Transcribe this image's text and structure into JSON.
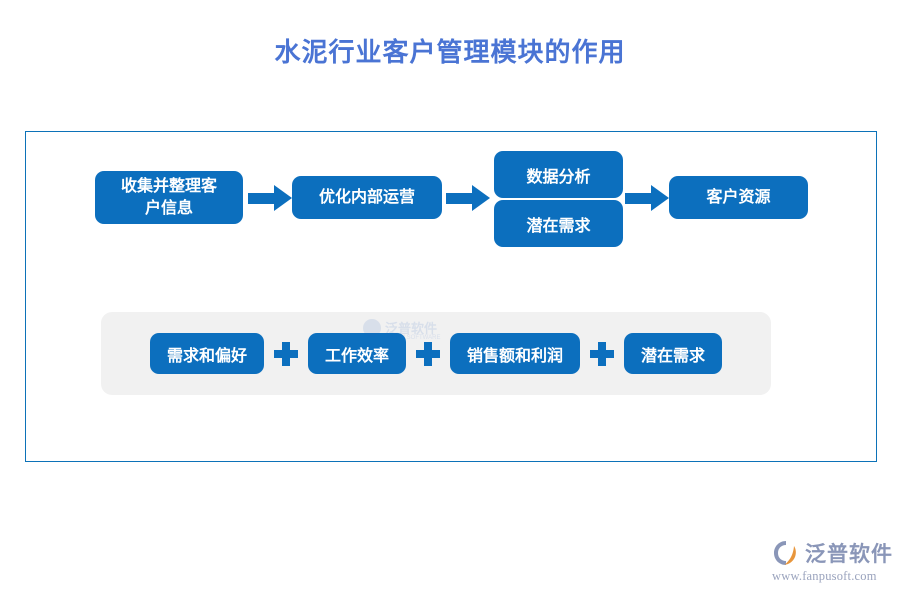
{
  "page": {
    "title": "水泥行业客户管理模块的作用",
    "title_color": "#4a74d4",
    "background": "#ffffff"
  },
  "diagram": {
    "frame_border_color": "#0c72b8",
    "box_color": "#0c6fbe",
    "box_text_color": "#ffffff",
    "flow": {
      "steps": [
        {
          "name": "collect",
          "line1": "收集并整理客",
          "line2": "户信息"
        },
        {
          "name": "optimize",
          "line1": "优化内部运营"
        },
        {
          "name": "analysis-stack",
          "top": "数据分析",
          "bottom": "潜在需求"
        },
        {
          "name": "resource",
          "line1": "客户资源"
        }
      ],
      "arrows": [
        {
          "name": "arrow-1",
          "glyph": "right-arrow-icon"
        },
        {
          "name": "arrow-2",
          "glyph": "right-arrow-icon"
        },
        {
          "name": "arrow-3",
          "glyph": "right-arrow-icon"
        }
      ]
    },
    "summary": {
      "panel_color": "#f1f1f1",
      "separator": "+",
      "items": [
        {
          "label": "需求和偏好"
        },
        {
          "label": "工作效率"
        },
        {
          "label": "销售额和利润"
        },
        {
          "label": "潜在需求"
        }
      ],
      "watermark": {
        "name": "泛普软件",
        "sub": "FANPU SOFTWARE"
      }
    }
  },
  "branding": {
    "name": "泛普软件",
    "url": "www.fanpusoft.com",
    "mark_color_primary": "#8a96b8",
    "mark_color_accent": "#e8963c"
  }
}
